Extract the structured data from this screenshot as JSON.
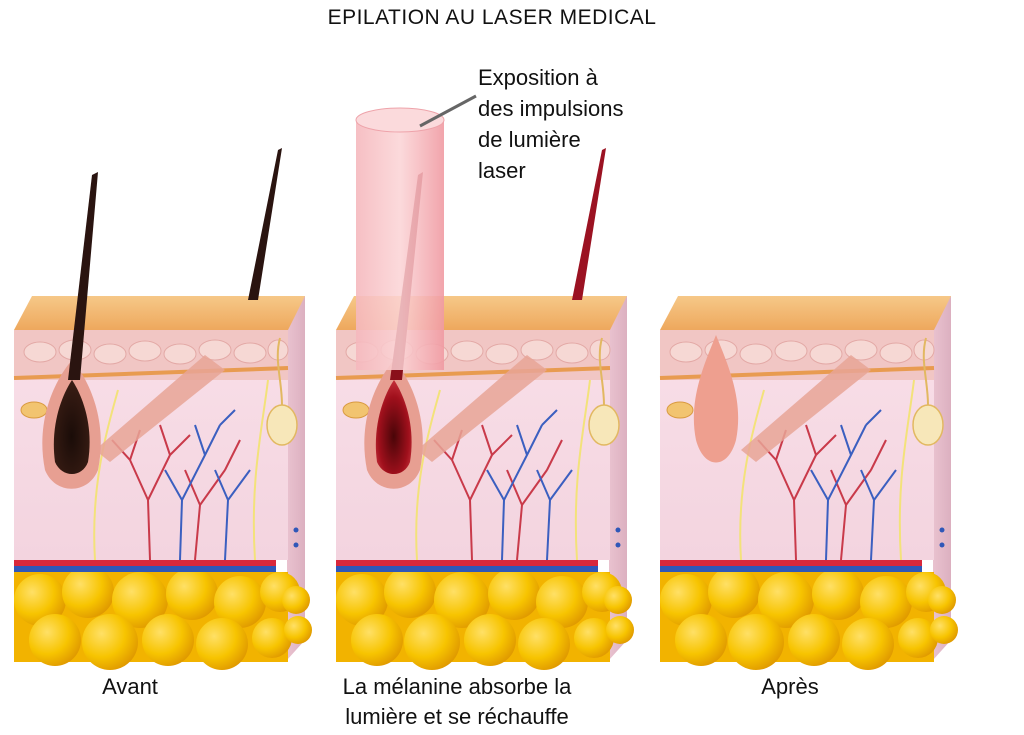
{
  "title": "EPILATION AU LASER MEDICAL",
  "callout": {
    "lines": [
      "Exposition à",
      "des impulsions",
      "de lumière",
      "laser"
    ]
  },
  "panels": [
    {
      "id": "before",
      "caption_lines": [
        "Avant"
      ]
    },
    {
      "id": "during",
      "caption_lines": [
        "La mélanine absorbe la",
        "lumière et se réchauffe"
      ]
    },
    {
      "id": "after",
      "caption_lines": [
        "Après"
      ]
    }
  ],
  "colors": {
    "skin_top": "#f2b66f",
    "epidermis": "#f0c7c2",
    "dermis": "#f6dbe4",
    "fat": "#f5c300",
    "hair_dark": "#2a1410",
    "hair_heated": "#8a0f1a",
    "laser_beam": "#f3a7ad",
    "artery": "#d8283b",
    "vein": "#2f57b8",
    "nerve": "#f3e27a"
  }
}
